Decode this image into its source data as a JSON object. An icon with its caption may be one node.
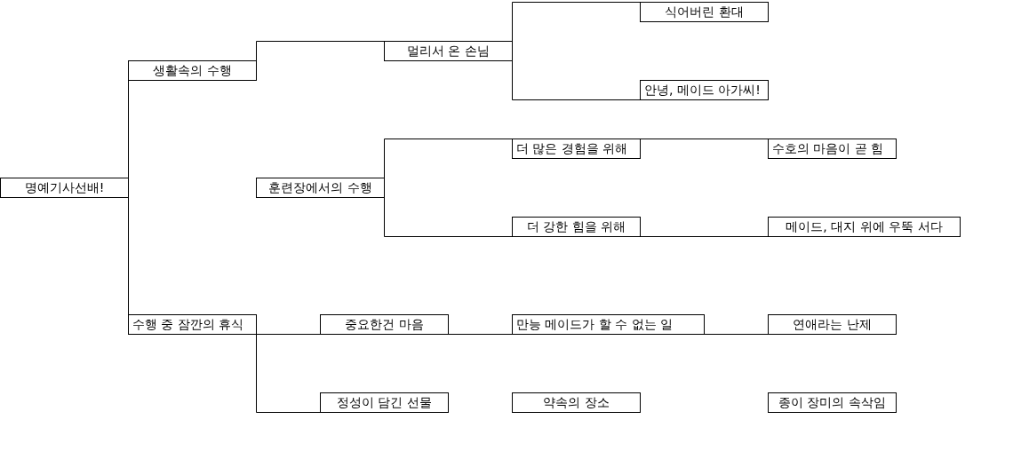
{
  "diagram": {
    "nodes": [
      {
        "text": [
          "명예기사선배!"
        ]
      },
      {
        "text": [
          "생활속의 수행"
        ]
      },
      {
        "text": [
          "훈련장에서의 수행"
        ]
      },
      {
        "text": [
          "수행 중 잠깐의 휴식"
        ]
      },
      {
        "text": [
          "멀리서 온 손님"
        ]
      },
      {
        "text": [
          "식어버린 환대"
        ]
      },
      {
        "text": [
          "안녕, 메이드 아가씨!"
        ]
      },
      {
        "text": [
          "더 많은 경험을 위해"
        ]
      },
      {
        "text": [
          "더 강한 힘을 위해"
        ]
      },
      {
        "text": [
          "수호의 마음이 곧 힘"
        ]
      },
      {
        "text": [
          "메이드, 대지 위에 우뚝 서다"
        ]
      },
      {
        "text": [
          "중요한건 마음"
        ]
      },
      {
        "text": [
          "만능 메이드가 할 수 없는 일"
        ]
      },
      {
        "text": [
          "연애라는 난제"
        ]
      },
      {
        "text": [
          "정성이 담긴 선물"
        ]
      },
      {
        "text": [
          "약속의 장소"
        ]
      },
      {
        "text": [
          "종이 장미의 속삭임"
        ]
      }
    ],
    "edges": [
      {
        "from": 0,
        "to": 1,
        "arrow": "none"
      },
      {
        "from": 0,
        "to": 3,
        "arrow": "none"
      },
      {
        "from": 1,
        "to": 4,
        "arrow": "none"
      },
      {
        "from": 4,
        "to": 5,
        "arrow": "none"
      },
      {
        "from": 4,
        "to": 6,
        "arrow": "none"
      },
      {
        "from": 2,
        "to": 7,
        "arrow": "none"
      },
      {
        "from": 2,
        "to": 8,
        "arrow": "none"
      },
      {
        "from": 7,
        "to": 9,
        "arrow": "none"
      },
      {
        "from": 8,
        "to": 10,
        "arrow": "none"
      },
      {
        "from": 3,
        "to": 11,
        "arrow": "none"
      },
      {
        "from": 11,
        "to": 12,
        "arrow": "none"
      },
      {
        "from": 12,
        "to": 13,
        "arrow": "none"
      },
      {
        "from": 3,
        "to": 14,
        "arrow": "none"
      }
    ]
  }
}
